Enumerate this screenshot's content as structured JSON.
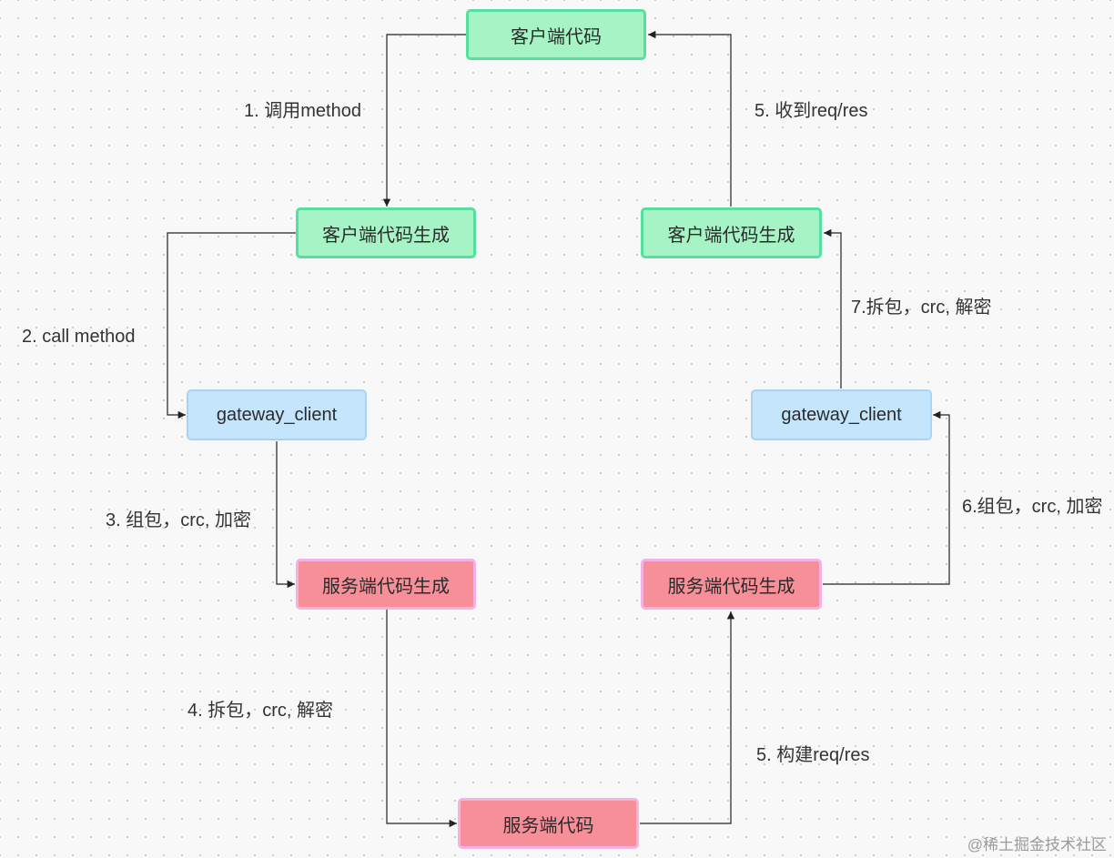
{
  "nodes": {
    "client_code": "客户端代码",
    "client_gen_left": "客户端代码生成",
    "client_gen_right": "客户端代码生成",
    "gateway_left": "gateway_client",
    "gateway_right": "gateway_client",
    "server_gen_left": "服务端代码生成",
    "server_gen_right": "服务端代码生成",
    "server_code": "服务端代码"
  },
  "edges": {
    "e1": "1.  调用method",
    "e2": "2.  call method",
    "e3": "3.  组包，crc, 加密",
    "e4": "4.  拆包，crc, 解密",
    "e5_build": "5.  构建req/res",
    "e6": "6.组包，crc, 加密",
    "e7": "7.拆包，crc, 解密",
    "e5_receive": "5.  收到req/res"
  },
  "watermark": "@稀土掘金技术社区",
  "colors": {
    "client_fill": "#a6f3c6",
    "client_border": "#55e0a1",
    "gateway_fill": "#c4e5fb",
    "gateway_border": "#a9d3f3",
    "server_fill": "#f78f99",
    "server_border": "#f5b0e6",
    "line": "#222222"
  }
}
